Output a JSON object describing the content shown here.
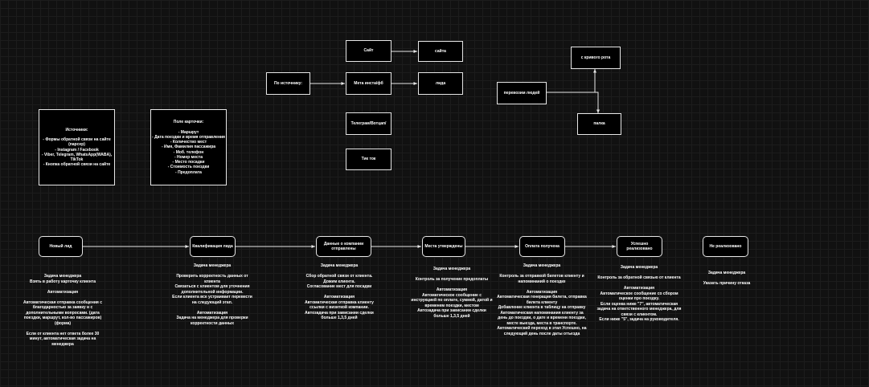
{
  "top": {
    "source": "По источнику:",
    "site": "Сайт",
    "site_result": "сайта",
    "meta": "Мета инста/фб",
    "meta_result": "лида",
    "telegram": "Телеграм/Вотцап/",
    "tiktok": "Тик ток",
    "crooked": "с кривого рота",
    "people": "перевозим людей",
    "parcels": "палка"
  },
  "sources_box": "Источники:\n\n- Формы обратной связи на сайте (парсер)\n- Instagram / Facebook\n- Viber, Telegram, WhatsApp(WABA), TikTok\n- Кнопка обратной связи на сайте",
  "fields_box": "Поле карточки:\n\n- Маршрут\n- Дата поездки и время отправления\n- Количество мест\n- Имя, Фамилия пассажира\n- Моб. телефон\n- Номер места\n- Место посадки\n- Стоимость поездки\n- Предоплата",
  "stages": [
    {
      "label": "Новый лид",
      "note": "Задача менеджера\nВзять в работу карточку клиента\n\nАвтоматизация\n\nАвтоматическая отправка сообщения с благодарностью за заявку и с дополнительными вопросами. (дата поездки, маршрут, кол-во пассажиров) (форма)\n\nЕсли от клиента нет ответа более 30 минут, автоматическая задача на менеджера"
    },
    {
      "label": "Квалификация лида",
      "note": "Задача менеджера\n\nПроверить корректность данных от клиента\nСвязаться с клиентом для уточнения дополнительной информации.\nЕсли клиента все устраивает перевести на следующий этап.\n\nАвтоматизация\nЗадача на менеджера для проверки корректности данных"
    },
    {
      "label": "Данные о компании отправлены",
      "note": "Задача менеджера\n\nСбор обратной связи от клиента.\nДожим клиента.\nСогласование мест для посадки\n\nАвтоматизация\nАвтоматическая отправка клиенту ссылки с визиткой компании.\nАвтозадача при зависании сделки больше 1,3,5 дней"
    },
    {
      "label": "Места утверждены",
      "note": "Задача менеджера\n\nКонтроль за получение предоплаты\n\nАвтоматизация\nАвтоматическое сообщение с инструкцией по оплате, суммой, датой и временем поездки, местом\nАвтозадача при зависании сделки больше 1,3,5 дней"
    },
    {
      "label": "Оплата получена",
      "note": "Задача менеджера\n\nКонтроль за отправкой билетов клиенту и напоминаний о поездке\n\nАвтоматизация\nАвтоматическая генерация билета, отправка билета клиенту\nДобавление клиента в таблицу на отправку\nАвтоматическая напоминания клиенту за день до поездки, о дате и времени поездки, месте выезда, места в транспорте.\nАвтоматический переход в этап Успешно, на следующий день после даты отъезда"
    },
    {
      "label": "Успешно реализовано",
      "note": "Задача менеджера\n\nКонтроль за обратной связью от клиента\n\nАвтоматизация\nАвтоматическое сообщение со сбором оценки про поездку.\nЕсли оценка ниже \"7\", автоматическая задача на ответственного менеджера, для связи с клиентом.\nЕсли ниже \"5\", задача на руководителя."
    },
    {
      "label": "Не реализовано",
      "note": "Задача менеджера\n\nУказать причину отказа"
    }
  ]
}
